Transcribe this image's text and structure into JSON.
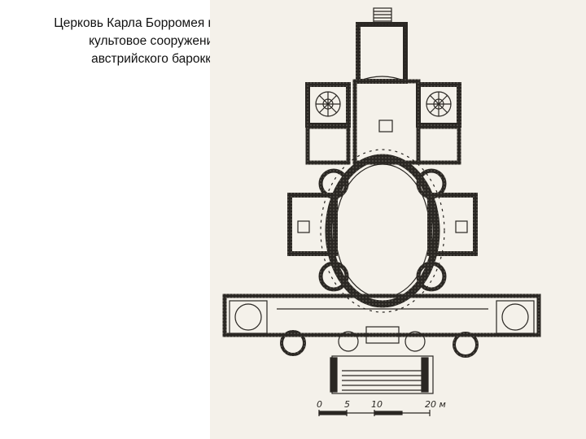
{
  "caption": {
    "line1": "Церковь Карла  Борромея в Вене -",
    "line2": "культовое сооружение",
    "line3": "австрийского барокко"
  },
  "scale_bar": {
    "label_0": "0",
    "label_5": "5",
    "label_10": "10",
    "label_20": "20 м"
  },
  "colors": {
    "background": "#ffffff",
    "drawing_paper": "#f4f1ea",
    "ink": "#2a2723",
    "caption_text": "#111111"
  }
}
